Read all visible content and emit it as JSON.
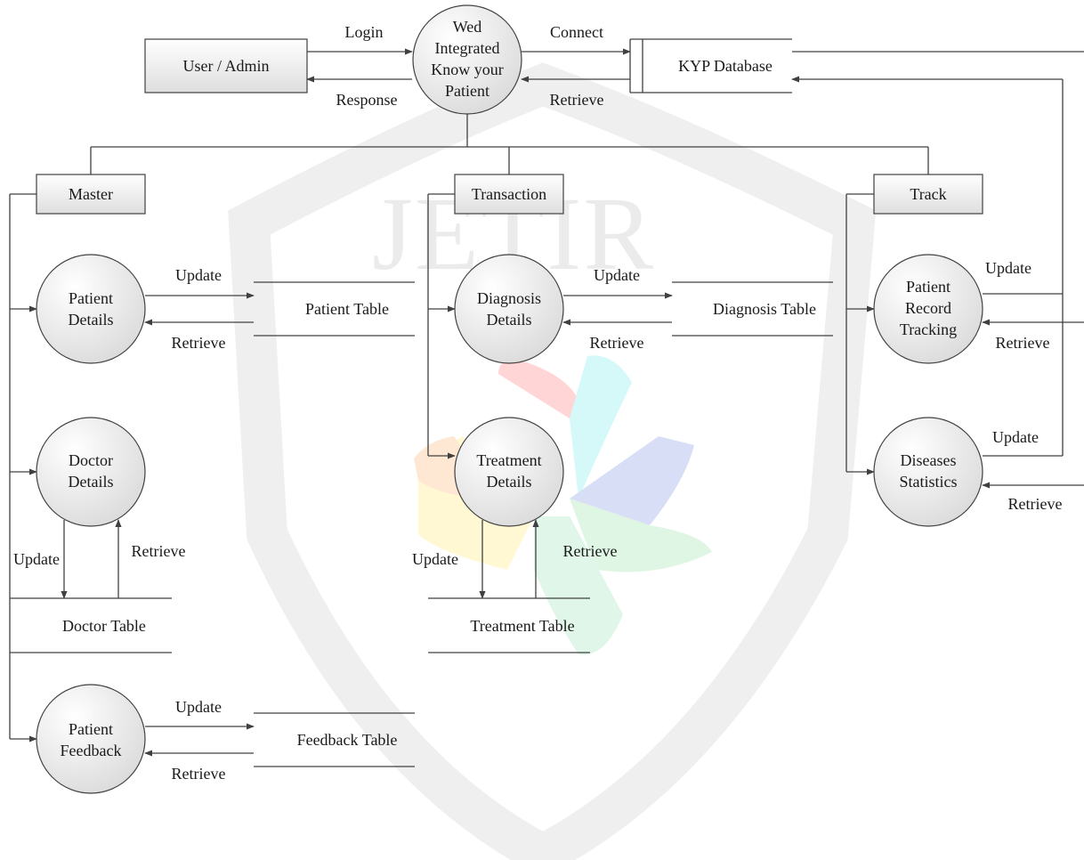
{
  "watermark": {
    "text": "JETIR"
  },
  "nodes": {
    "user": "User / Admin",
    "system_lines": [
      "Wed",
      "Integrated",
      "Know your",
      "Patient"
    ],
    "database": "KYP Database",
    "master": "Master",
    "transaction": "Transaction",
    "track": "Track",
    "patient_details": [
      "Patient",
      "Details"
    ],
    "doctor_details": [
      "Doctor",
      "Details"
    ],
    "patient_feedback": [
      "Patient",
      "Feedback"
    ],
    "diagnosis_details": [
      "Diagnosis",
      "Details"
    ],
    "treatment_details": [
      "Treatment",
      "Details"
    ],
    "patient_record_tracking": [
      "Patient",
      "Record",
      "Tracking"
    ],
    "diseases_statistics": [
      "Diseases",
      "Statistics"
    ]
  },
  "stores": {
    "patient_table": "Patient Table",
    "doctor_table": "Doctor Table",
    "feedback_table": "Feedback Table",
    "diagnosis_table": "Diagnosis Table",
    "treatment_table": "Treatment Table"
  },
  "flows": {
    "login": "Login",
    "response": "Response",
    "connect": "Connect",
    "retrieve": "Retrieve",
    "update": "Update"
  }
}
